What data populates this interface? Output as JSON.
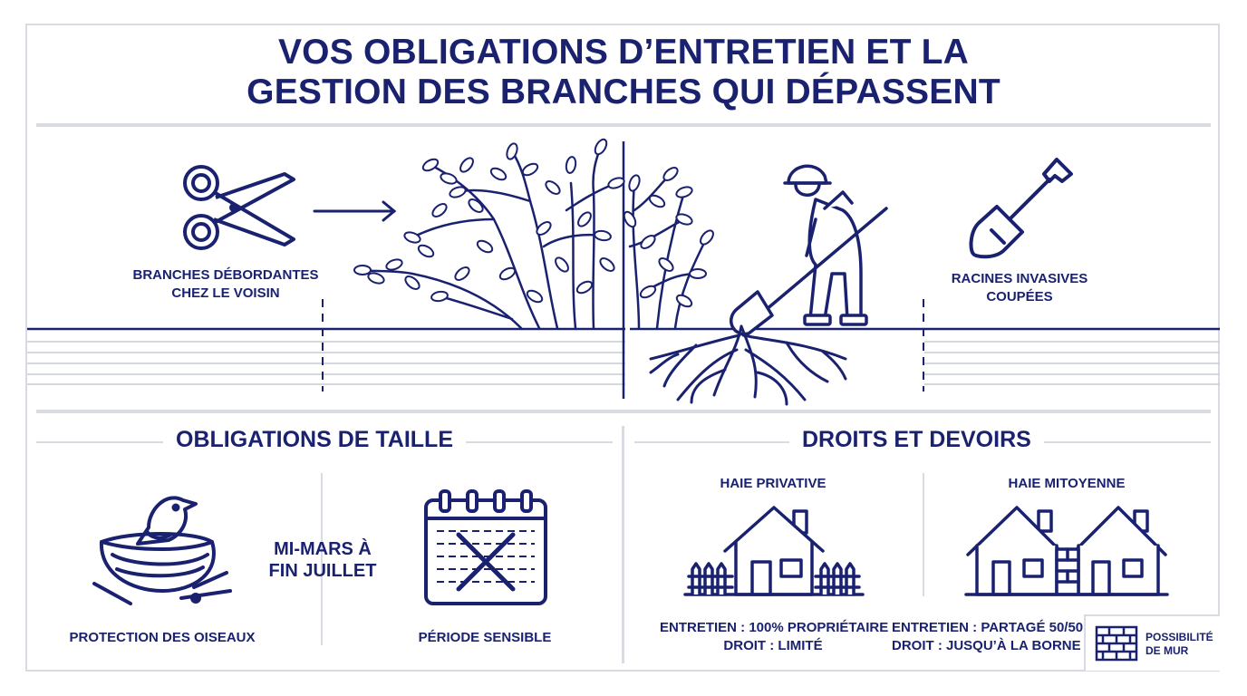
{
  "title": {
    "line1": "VOS OBLIGATIONS D’ENTRETIEN ET LA",
    "line2": "GESTION DES BRANCHES QUI DÉPASSENT"
  },
  "scene": {
    "left_label": [
      "BRANCHES DÉBORDANTES",
      "CHEZ LE VOISIN"
    ],
    "right_label": [
      "RACINES INVASIVES",
      "COUPÉES"
    ],
    "icons": [
      "scissors-icon",
      "arrow-right-icon",
      "hedge-icon",
      "worker-digging-icon",
      "roots-icon",
      "shovel-icon"
    ]
  },
  "obligations": {
    "title": "OBLIGATIONS DE TAILLE",
    "birds_label": "PROTECTION DES OISEAUX",
    "period_line1": "MI-MARS À",
    "period_line2": "FIN JUILLET",
    "calendar_label": "PÉRIODE SENSIBLE",
    "icons": [
      "bird-nest-icon",
      "calendar-crossed-icon"
    ]
  },
  "rights": {
    "title": "DROITS ET DEVOIRS",
    "private": {
      "heading": "HAIE PRIVATIVE",
      "line1": "ENTRETIEN : 100% PROPRIÉTAIRE",
      "line2": "DROIT : LIMITÉ"
    },
    "shared": {
      "heading": "HAIE MITOYENNE",
      "line1": "ENTRETIEN : PARTAGÉ 50/50",
      "line2": "DROIT : JUSQU’À LA BORNE"
    },
    "wall_line1": "POSSIBILITÉ",
    "wall_line2": "DE MUR",
    "icons": [
      "house-with-fence-icon",
      "twin-houses-icon",
      "brick-wall-icon"
    ]
  },
  "colors": {
    "navy": "#1a2270",
    "rule": "#d9dbe2",
    "background": "#ffffff"
  }
}
